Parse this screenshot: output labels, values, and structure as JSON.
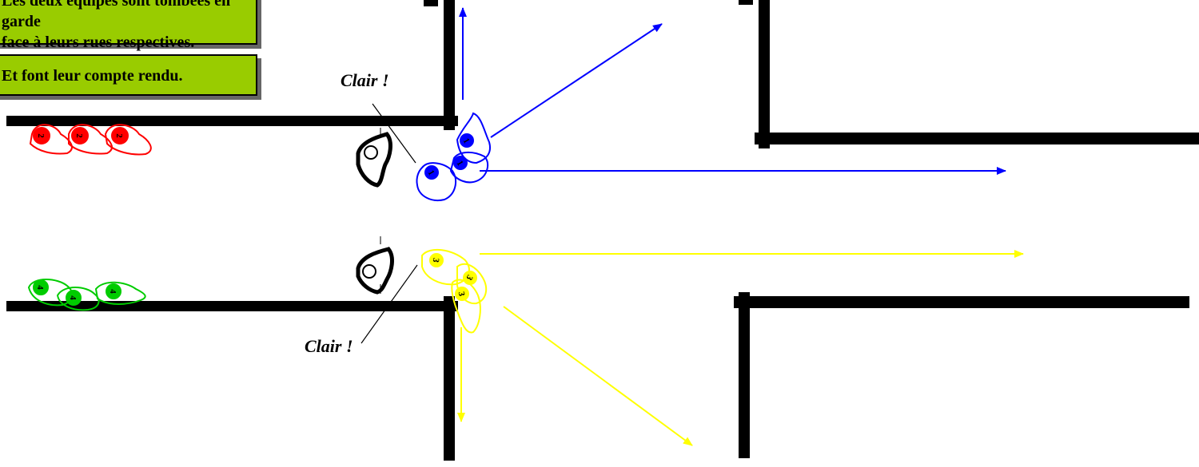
{
  "box_top": {
    "line1": "Les deux équipes sont tombées en garde",
    "line2": "face à leurs rues respectives."
  },
  "box_bottom": {
    "text": "Et font leur compte rendu."
  },
  "callouts": [
    "Clair !",
    "Clair !"
  ],
  "colors": {
    "red_team": "#ff0000",
    "blue_team": "#0000ff",
    "green_team": "#00cc00",
    "yellow_team": "#ffff00",
    "box_fill": "#99cc00",
    "walls": "#000000"
  },
  "team_numbers": {
    "red": "2",
    "blue": "1",
    "green": "4",
    "yellow": "3"
  }
}
